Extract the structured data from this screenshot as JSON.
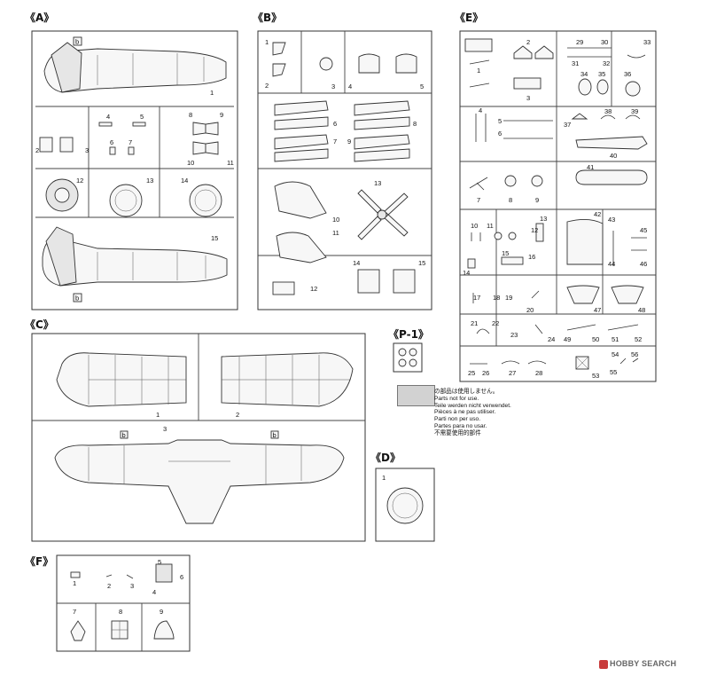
{
  "trees": {
    "A": "《A》",
    "B": "《B》",
    "C": "《C》",
    "D": "《D》",
    "E": "《E》",
    "F": "《F》",
    "P1": "《P-1》"
  },
  "flag": "b",
  "parts": {
    "A": [
      "1",
      "2",
      "3",
      "4",
      "5",
      "6",
      "7",
      "8",
      "9",
      "10",
      "11",
      "12",
      "13",
      "14",
      "15"
    ],
    "B": [
      "1",
      "2",
      "3",
      "4",
      "5",
      "6",
      "7",
      "8",
      "9",
      "10",
      "11",
      "12",
      "13",
      "14",
      "15"
    ],
    "C": [
      "1",
      "2",
      "3"
    ],
    "D": [
      "1"
    ],
    "E": [
      "1",
      "2",
      "3",
      "4",
      "5",
      "6",
      "7",
      "8",
      "9",
      "10",
      "11",
      "12",
      "13",
      "14",
      "15",
      "16",
      "17",
      "18",
      "19",
      "20",
      "21",
      "22",
      "23",
      "24",
      "25",
      "26",
      "27",
      "28",
      "29",
      "30",
      "31",
      "32",
      "33",
      "34",
      "35",
      "36",
      "37",
      "38",
      "39",
      "40",
      "41",
      "42",
      "43",
      "44",
      "45",
      "46",
      "47",
      "48",
      "49",
      "50",
      "51",
      "52",
      "53",
      "54",
      "55",
      "56"
    ],
    "F": [
      "1",
      "2",
      "3",
      "4",
      "5",
      "6",
      "7",
      "8",
      "9"
    ]
  },
  "legend": {
    "lines": [
      "の部品は使用しません。",
      "Parts not for use.",
      "Teile werden nicht verwendet.",
      "Pièces à ne pas utiliser.",
      "Parti non per uso.",
      "Partes para no usar.",
      "不需要使用的部件"
    ]
  },
  "watermark": "HOBBY SEARCH",
  "colors": {
    "unused_parts": "#d2d2d2",
    "line": "#333333"
  }
}
